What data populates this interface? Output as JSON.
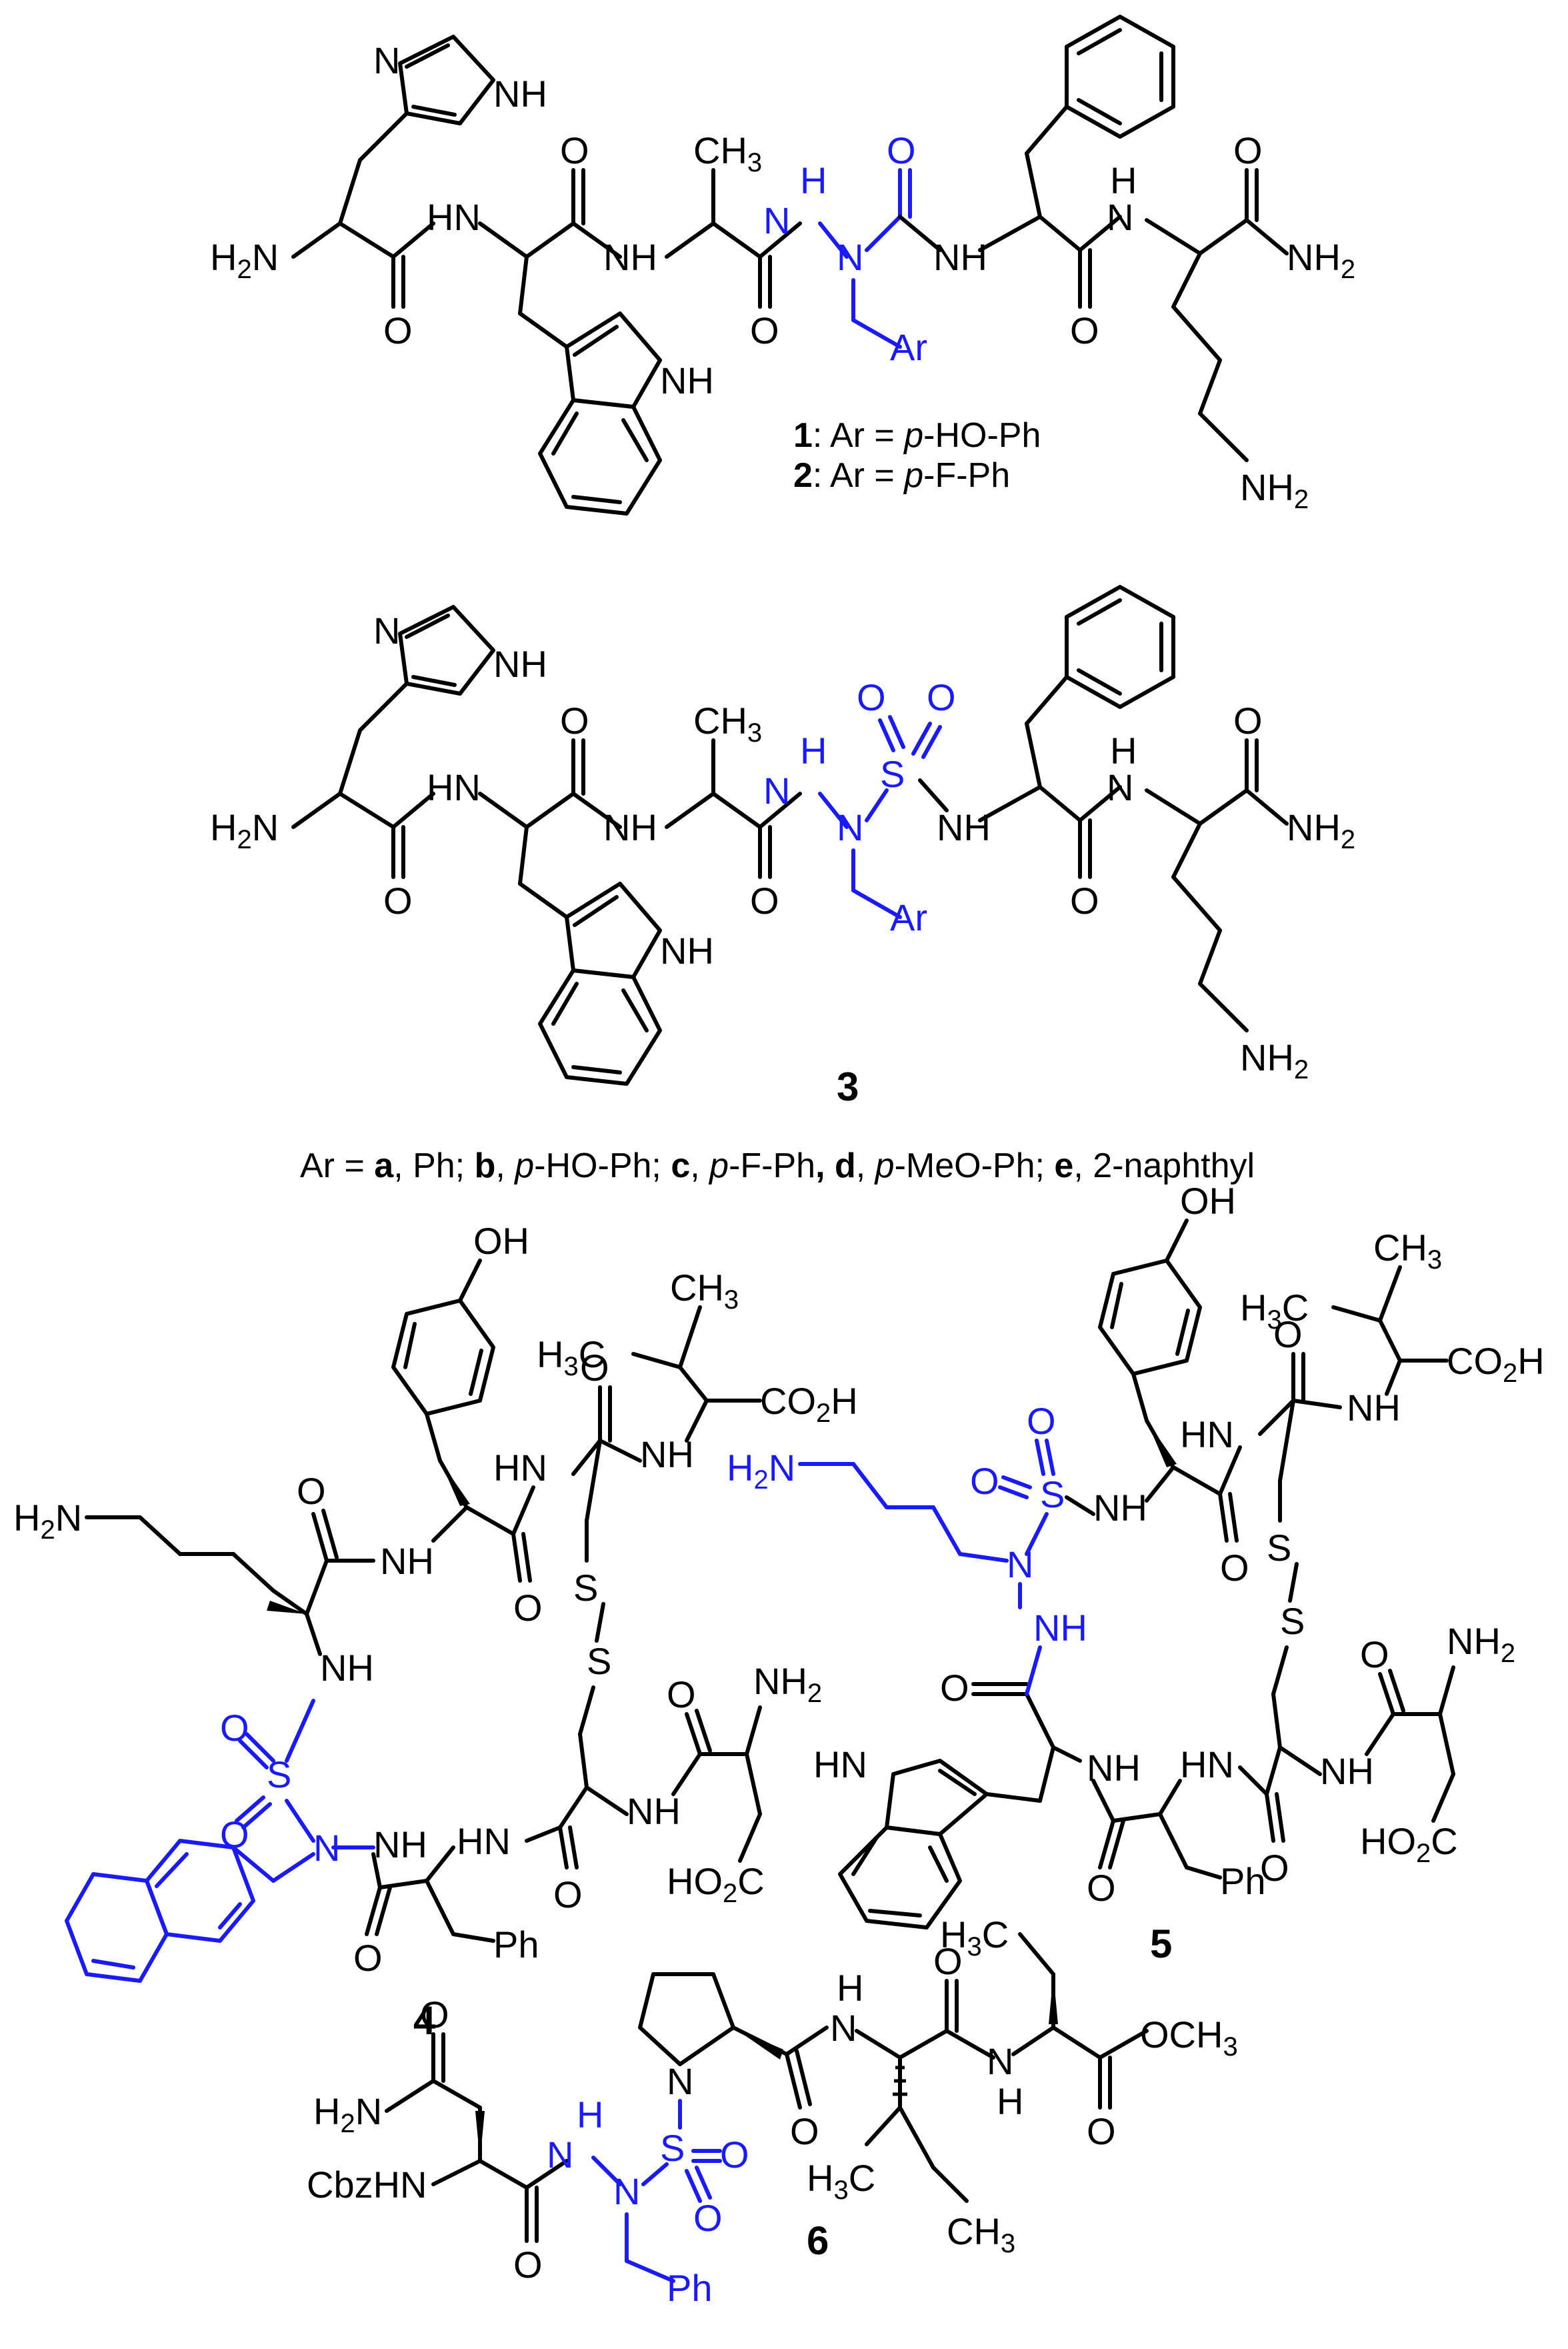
{
  "compounds": {
    "c1": {
      "number": "1",
      "ar_text": ": Ar = ",
      "ar_italic": "p",
      "ar_rest": "-HO-Ph"
    },
    "c2": {
      "number": "2",
      "ar_text": ": Ar = ",
      "ar_italic": "p",
      "ar_rest": "-F-Ph"
    },
    "c3": {
      "number": "3"
    },
    "c4": {
      "number": "4"
    },
    "c5": {
      "number": "5"
    },
    "c6": {
      "number": "6"
    }
  },
  "ar_legend": {
    "prefix": "Ar = ",
    "a": "a",
    "a_text": ", Ph; ",
    "b": "b",
    "b_text": ", ",
    "b_it": "p",
    "b_rest": "-HO-Ph; ",
    "c": "c",
    "c_text": ", ",
    "c_it": "p",
    "c_rest": "-F-Ph",
    "d": ", d",
    "d_text": ", ",
    "d_it": "p",
    "d_rest": "-MeO-Ph; ",
    "e": "e",
    "e_text": ", 2-naphthyl"
  },
  "atoms": {
    "H2N": "H2N",
    "NH": "NH",
    "HN": "HN",
    "H": "H",
    "N": "N",
    "O": "O",
    "S": "S",
    "NH2": "NH2",
    "CH3": "CH3",
    "H3C": "H3C",
    "Ar": "Ar",
    "OH": "OH",
    "CO2H": "CO2H",
    "HO2C": "HO2C",
    "Ph": "Ph",
    "NN": "N",
    "CbzHN": "CbzHN",
    "OCH3": "OCH3"
  },
  "colors": {
    "highlight": "#1a1aff",
    "default": "#000000"
  }
}
